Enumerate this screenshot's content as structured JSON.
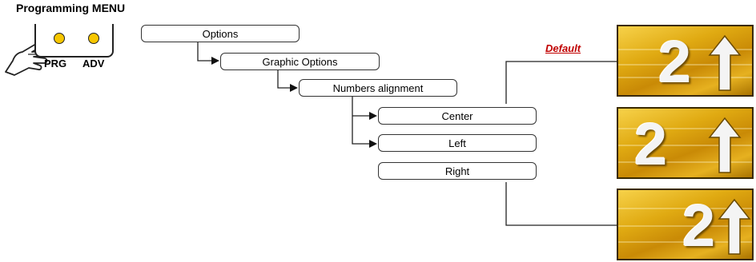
{
  "menu": {
    "title": "Programming MENU",
    "buttons": [
      {
        "label": "PRG"
      },
      {
        "label": "ADV"
      }
    ]
  },
  "tree": {
    "options": "Options",
    "graphic_options": "Graphic Options",
    "numbers_alignment": "Numbers alignment",
    "choices": [
      "Center",
      "Left",
      "Right"
    ]
  },
  "default_label": "Default",
  "displays": [
    {
      "number": "2",
      "alignment": "Center"
    },
    {
      "number": "2",
      "alignment": "Left"
    },
    {
      "number": "2",
      "alignment": "Right"
    }
  ],
  "colors": {
    "led": "#f7c600",
    "display_gold": "#e0aa12",
    "default_text": "#c00000"
  }
}
